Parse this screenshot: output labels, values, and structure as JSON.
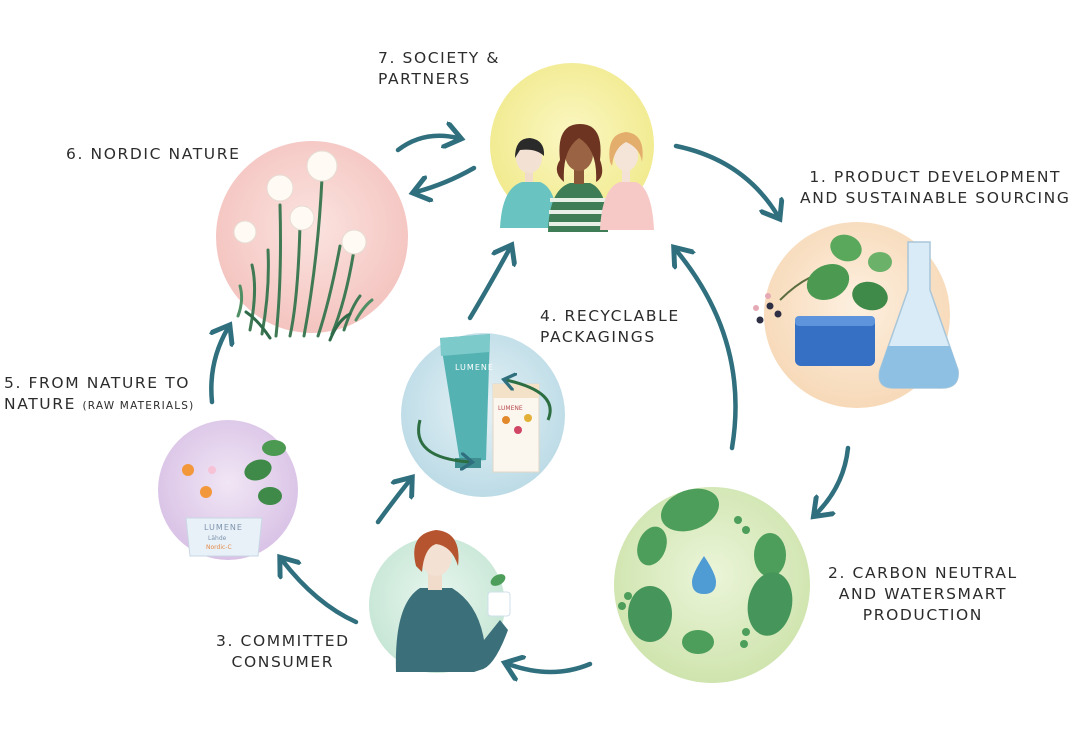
{
  "stages": [
    {
      "id": "s1",
      "lines": [
        "1. Product development",
        "and sustainable sourcing"
      ]
    },
    {
      "id": "s2",
      "lines": [
        "2. Carbon neutral",
        "and watersmart",
        "production"
      ]
    },
    {
      "id": "s3",
      "lines": [
        "3. Committed",
        "consumer"
      ]
    },
    {
      "id": "s4",
      "lines": [
        "4. Recyclable",
        "packagings"
      ]
    },
    {
      "id": "s5",
      "lines": [
        "5. From nature to",
        "nature"
      ],
      "note": "(raw materials)"
    },
    {
      "id": "s6",
      "lines": [
        "6. Nordic nature"
      ]
    },
    {
      "id": "s7",
      "lines": [
        "7. Society &",
        "partners"
      ]
    }
  ],
  "products": {
    "tube_brand": "LUMENE",
    "box_brand": "LUMENE",
    "jar_brand": "LUMENE",
    "jar_line": "Lähde",
    "jar_sub": "Nordic-C"
  },
  "colors": {
    "arrow": "#2f6f7e",
    "circle_society": "#f6f1a6",
    "circle_nature": "#f7d3d0",
    "circle_product": "#fbe6cf",
    "circle_carbon": "#dcecc2",
    "circle_recycle": "#d2e8ef",
    "circle_consumer": "#d7eee2",
    "circle_raw": "#e6d5ee"
  }
}
